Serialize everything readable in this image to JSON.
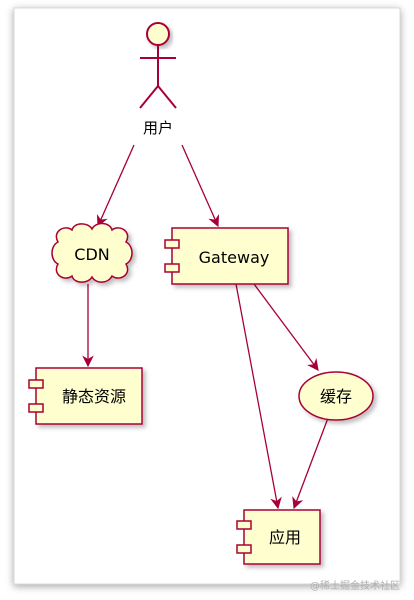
{
  "diagram": {
    "nodes": {
      "user": {
        "label": "用户",
        "kind": "actor"
      },
      "cdn": {
        "label": "CDN",
        "kind": "cloud"
      },
      "gateway": {
        "label": "Gateway",
        "kind": "component"
      },
      "static": {
        "label": "静态资源",
        "kind": "component"
      },
      "cache": {
        "label": "缓存",
        "kind": "usecase"
      },
      "app": {
        "label": "应用",
        "kind": "component"
      }
    },
    "edges": [
      {
        "from": "user",
        "to": "cdn"
      },
      {
        "from": "user",
        "to": "gateway"
      },
      {
        "from": "cdn",
        "to": "static"
      },
      {
        "from": "gateway",
        "to": "cache"
      },
      {
        "from": "gateway",
        "to": "app"
      },
      {
        "from": "cache",
        "to": "app"
      }
    ],
    "colors": {
      "node_fill": "#FEFECE",
      "node_stroke": "#A80036",
      "edge": "#A80036"
    }
  },
  "watermark": "@稀土掘金技术社区"
}
